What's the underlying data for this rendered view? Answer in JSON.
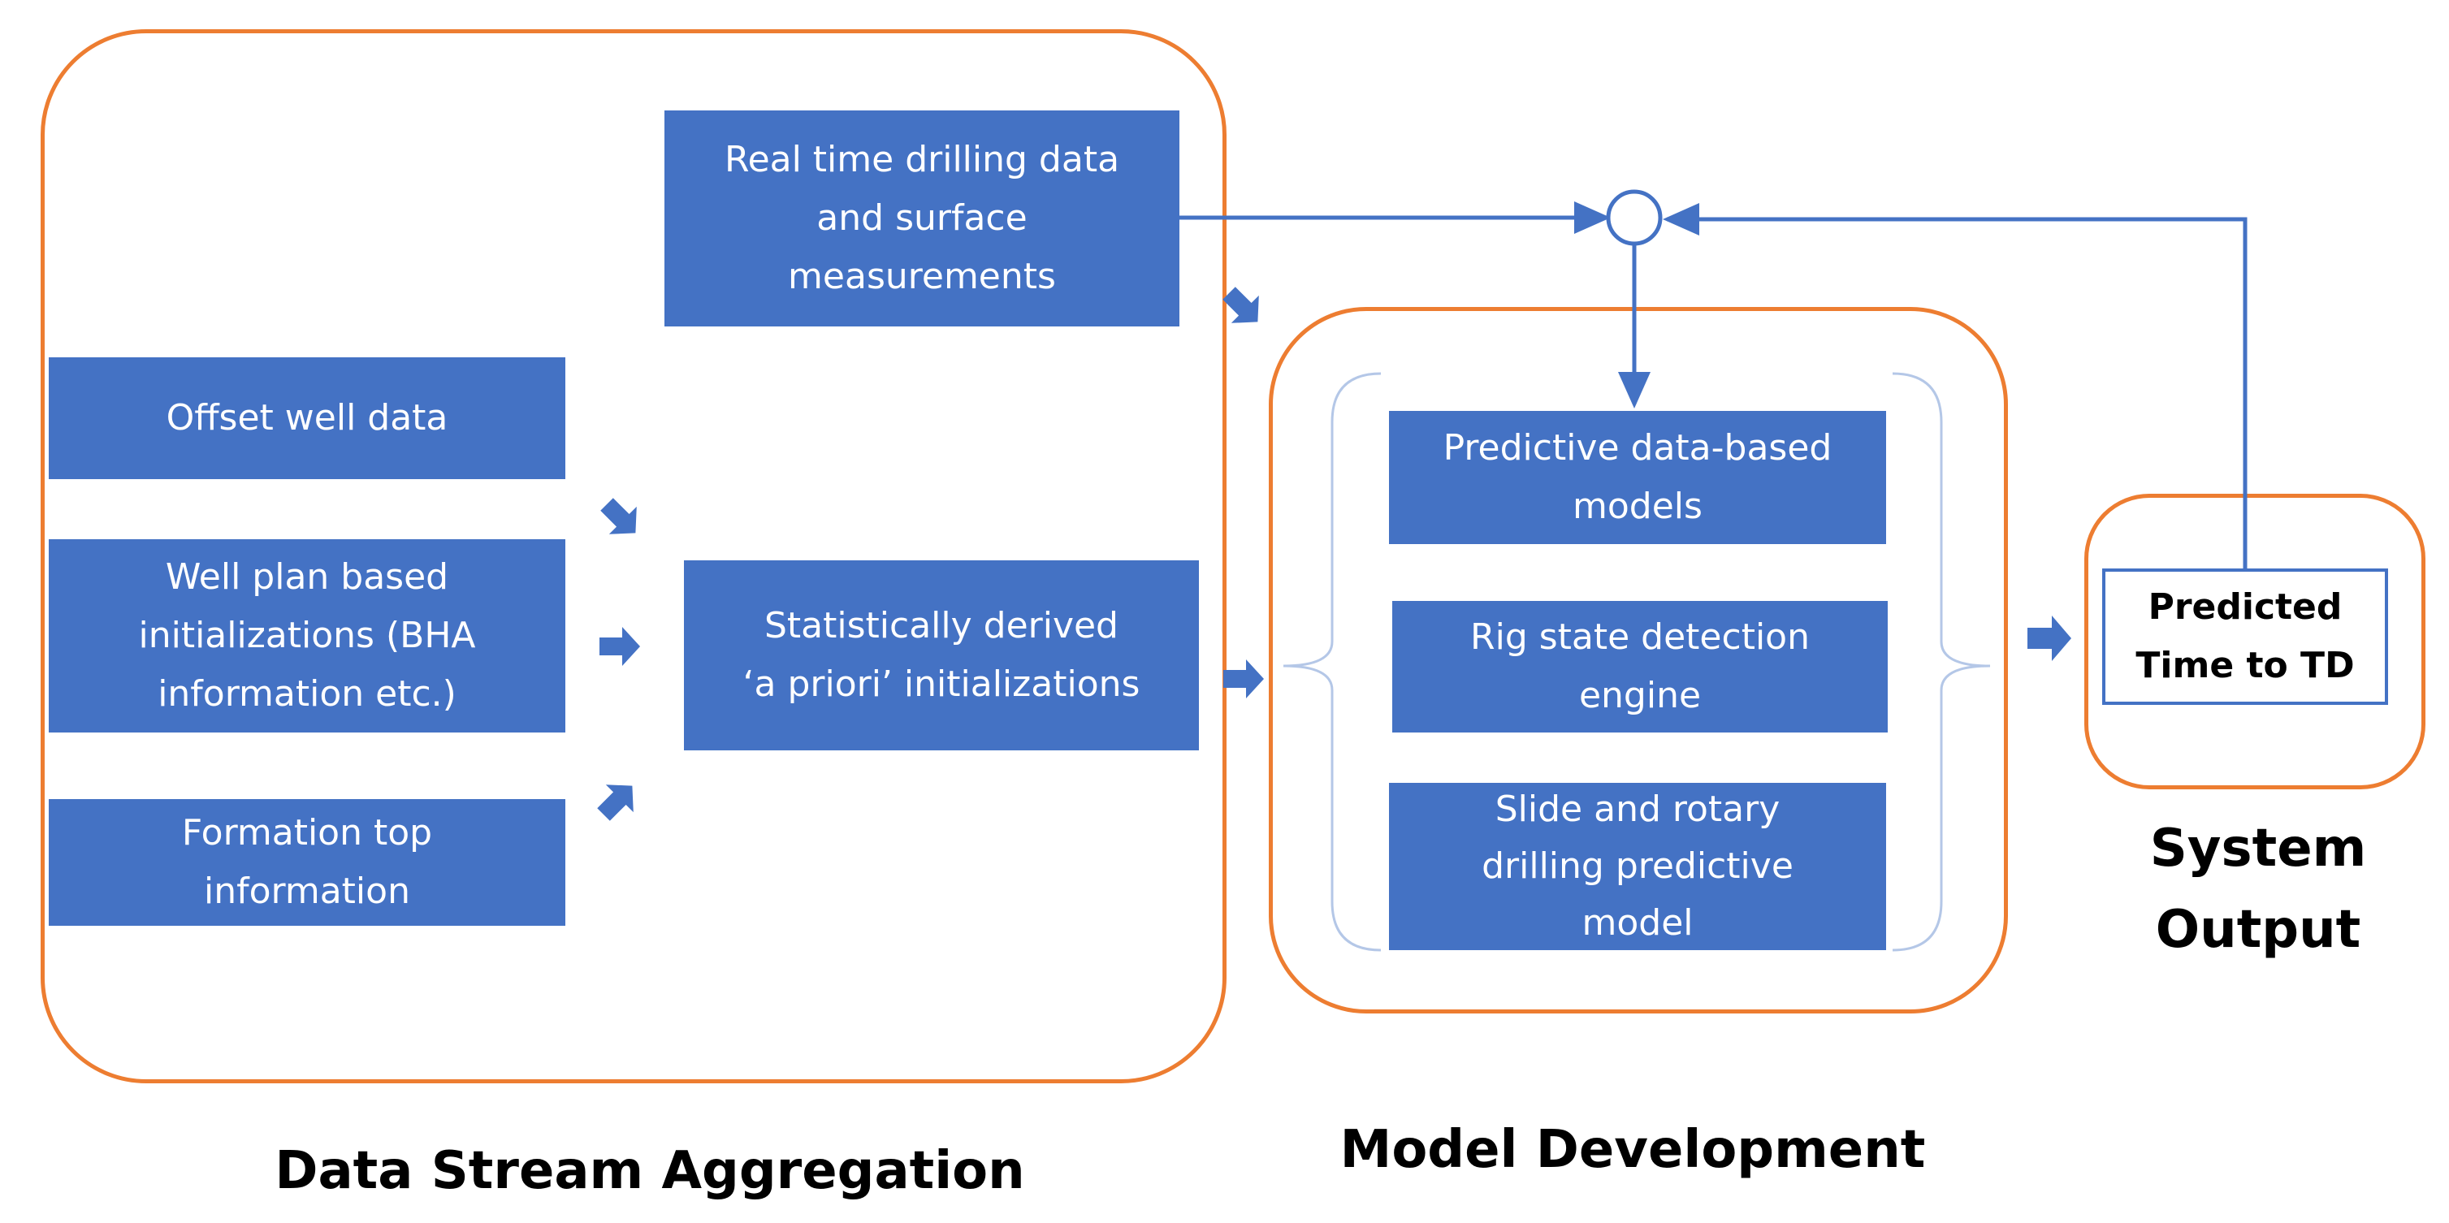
{
  "colors": {
    "box_fill": "#4472C4",
    "group_border": "#ED7D31",
    "arrow": "#4472C4",
    "text_on_box": "#FFFFFF",
    "label_text": "#000000"
  },
  "groups": {
    "data_stream": {
      "label": "Data Stream Aggregation"
    },
    "model_development": {
      "label": "Model Development"
    },
    "system_output": {
      "label": "System\nOutput"
    }
  },
  "boxes": {
    "realtime": "Real time drilling data\nand surface\nmeasurements",
    "offset": "Offset well data",
    "wellplan": "Well plan based\ninitializations (BHA\ninformation etc.)",
    "formation": "Formation top\ninformation",
    "statistical": "Statistically derived\n‘a priori’ initializations",
    "predictive": "Predictive data-based\nmodels",
    "rigstate": "Rig state detection\nengine",
    "slide": "Slide and rotary\ndrilling predictive\nmodel",
    "output": "Predicted\nTime to TD"
  },
  "icons": {
    "block_arrow": "block-arrow-icon",
    "summing_junction": "summing-junction-icon",
    "curly_brace": "curly-brace-icon"
  }
}
